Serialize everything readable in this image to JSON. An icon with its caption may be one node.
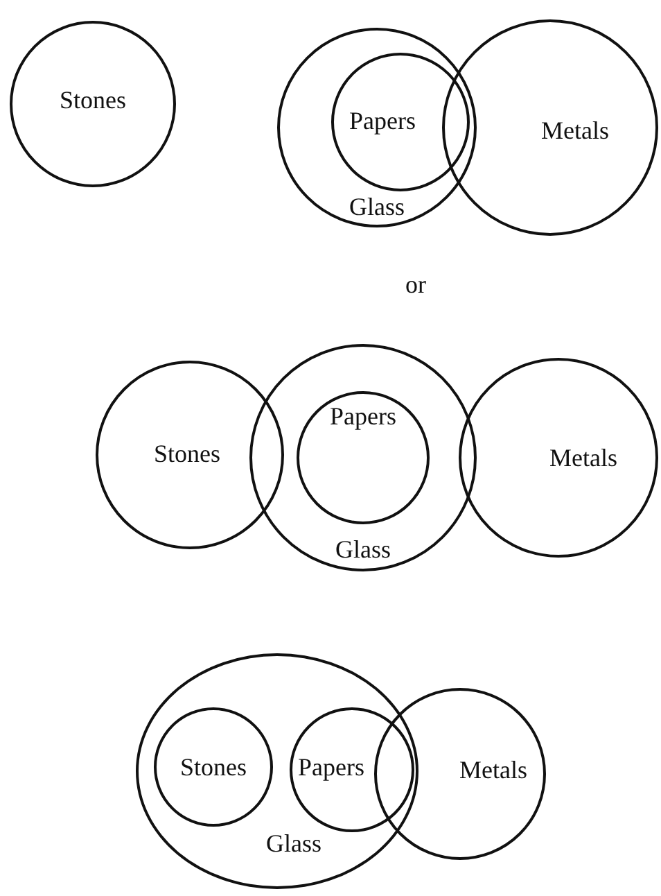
{
  "diagram": {
    "nodes": [
      {
        "text": [
          "Stones"
        ]
      },
      {
        "text": [
          "Glass"
        ]
      },
      {
        "text": [
          "Papers"
        ],
        "in": 1
      },
      {
        "text": [
          "Metals"
        ]
      },
      {
        "text": [
          "Stones"
        ]
      },
      {
        "text": [
          "Glass"
        ]
      },
      {
        "text": [
          "Papers"
        ],
        "in": 5
      },
      {
        "text": [
          "Metals"
        ]
      },
      {
        "text": [
          "Glass"
        ]
      },
      {
        "text": [
          "Stones"
        ],
        "in": 8
      },
      {
        "text": [
          "Papers"
        ],
        "in": 8
      },
      {
        "text": [
          "Metals"
        ]
      }
    ],
    "labels": [
      "or"
    ]
  }
}
